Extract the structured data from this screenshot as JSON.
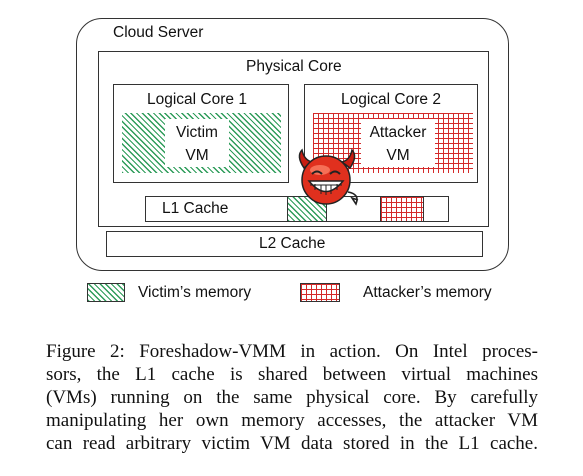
{
  "diagram": {
    "cloud_server": "Cloud Server",
    "physical_core": "Physical Core",
    "logical_core_1": "Logical Core 1",
    "logical_core_2": "Logical Core 2",
    "victim_vm": [
      "Victim",
      "VM"
    ],
    "attacker_vm": [
      "Attacker",
      "VM"
    ],
    "l1_cache": "L1 Cache",
    "l2_cache": "L2 Cache",
    "attacker_icon": "devil-face-icon",
    "colors": {
      "victim": "#2e9c5a",
      "attacker": "#d42a2a",
      "devil": "#e0301e"
    }
  },
  "legend": {
    "victim": "Victim’s memory",
    "attacker": "Attacker’s memory"
  },
  "caption": {
    "lines": [
      "Figure 2: Foreshadow-VMM in action. On Intel proces-",
      "sors, the L1 cache is shared between virtual machines",
      "(VMs) running on the same physical core. By carefully",
      "manipulating her own memory accesses, the attacker VM",
      "can read arbitrary victim VM data stored in the L1 cache."
    ]
  }
}
